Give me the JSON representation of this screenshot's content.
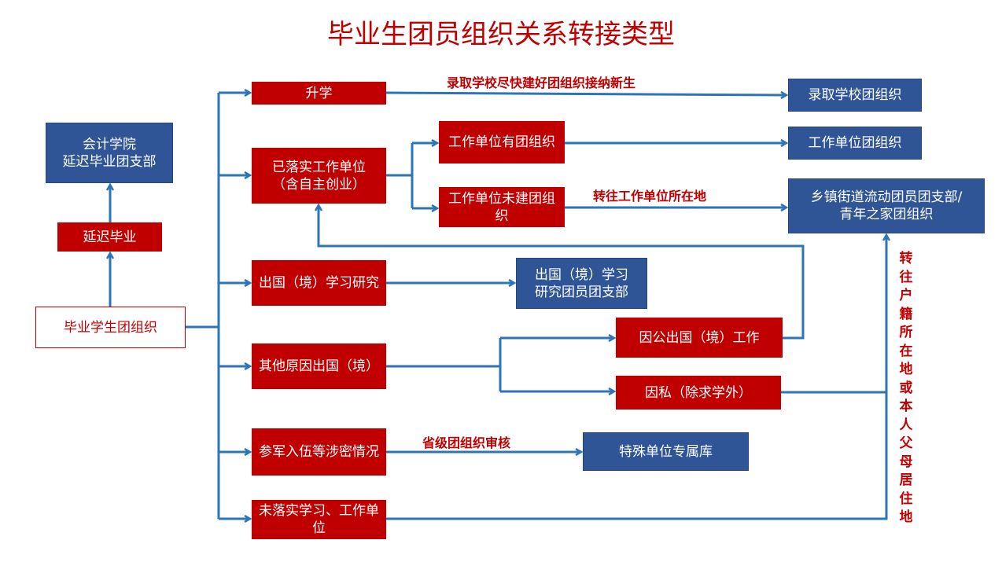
{
  "title": "毕业生团员组织关系转接类型",
  "colors": {
    "red": "#c00000",
    "blue": "#2f5597",
    "line": "#2e75b6"
  },
  "nodes": {
    "accounting_branch": "会计学院\n延迟毕业团支部",
    "delayed": "延迟毕业",
    "graduates": "毕业学生团组织",
    "further_study": "升学",
    "employed": "已落实工作单位\n（含自主创业）",
    "employer_has_org": "工作单位有团组织",
    "employer_no_org": "工作单位未建团组织",
    "study_abroad": "出国（境）学习研究",
    "other_abroad": "其他原因出国（境）",
    "military": "参军入伍等涉密情况",
    "unplaced": "未落实学习、工作单位",
    "school_org": "录取学校团组织",
    "employer_org": "工作单位团组织",
    "township_org": "乡镇街道流动团员团支部/\n青年之家团组织",
    "abroad_branch": "出国（境）学习\n研究团员团支部",
    "official_abroad": "因公出国（境）工作",
    "private_abroad": "因私（除求学外）",
    "special_db": "特殊单位专属库"
  },
  "edge_labels": {
    "school": "录取学校尽快建好团组织接纳新生",
    "employer_location": "转往工作单位所在地",
    "provincial": "省级团组织审核",
    "household": "转往户籍所在地或本人父母居住地"
  }
}
